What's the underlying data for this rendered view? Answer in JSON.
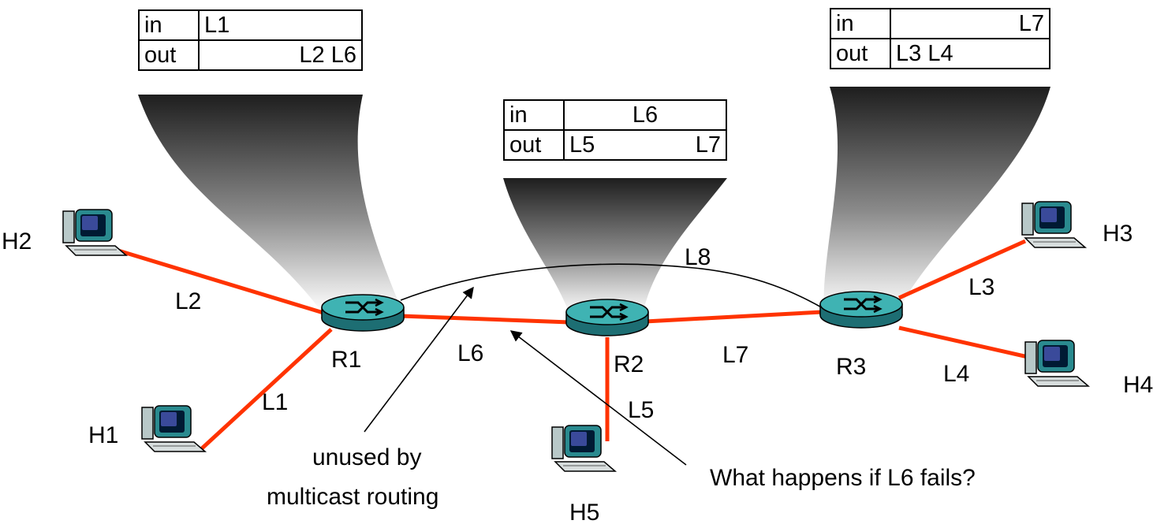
{
  "routers": {
    "r1": {
      "label": "R1"
    },
    "r2": {
      "label": "R2"
    },
    "r3": {
      "label": "R3"
    }
  },
  "hosts": {
    "h1": {
      "label": "H1"
    },
    "h2": {
      "label": "H2"
    },
    "h3": {
      "label": "H3"
    },
    "h4": {
      "label": "H4"
    },
    "h5": {
      "label": "H5"
    }
  },
  "links": {
    "l1": "L1",
    "l2": "L2",
    "l3": "L3",
    "l4": "L4",
    "l5": "L5",
    "l6": "L6",
    "l7": "L7",
    "l8": "L8"
  },
  "tables": {
    "r1": {
      "in_label": "in",
      "out_label": "out",
      "in_links": "L1",
      "out_links": "L2 L6"
    },
    "r2": {
      "in_label": "in",
      "out_label": "out",
      "in_links": "L6",
      "out_links_a": "L5",
      "out_links_b": "L7"
    },
    "r3": {
      "in_label": "in",
      "out_label": "out",
      "in_links": "L7",
      "out_links": "L3 L4"
    }
  },
  "annotations": {
    "unused_line1": "unused by",
    "unused_line2": "multicast routing",
    "question": "What happens if L6 fails?"
  },
  "colors": {
    "active_link": "#ff3300",
    "router_body": "#2a8a8f",
    "router_top": "#3fb3b3"
  }
}
